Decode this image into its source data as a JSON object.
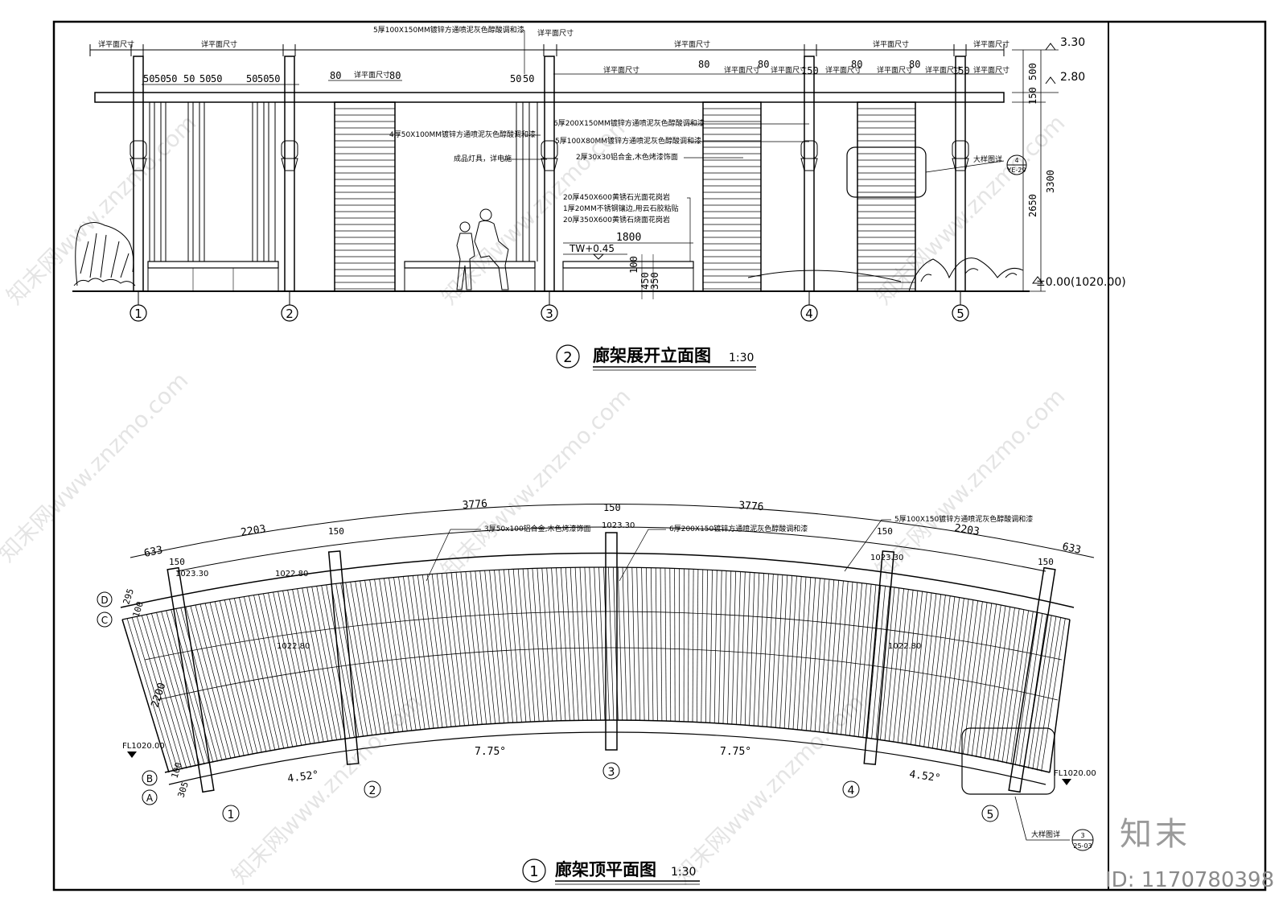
{
  "elevation": {
    "number": "2",
    "title": "廊架展开立面图",
    "scale": "1:30",
    "axes": [
      "1",
      "2",
      "3",
      "4",
      "5"
    ],
    "level_top": "3.30",
    "level_beam": "2.80",
    "level_ground": "±0.00(1020.00)",
    "tw_level": "TW+0.45",
    "bench_length": "1800",
    "dims_vertical": [
      "500",
      "150",
      "2650",
      "3300"
    ],
    "bench_dims": [
      "100",
      "450",
      "350"
    ],
    "dim_fine": [
      "50",
      "50",
      "50",
      "50",
      "50",
      "50",
      "50",
      "50",
      "50",
      "50",
      "50"
    ],
    "dim_80": "80",
    "dim_150": "150",
    "ref_dim": "详平面尺寸",
    "detail_ref": {
      "label": "大样图详",
      "num": "4",
      "sheet": "YE-29"
    },
    "notes": [
      "5厚100X150MM镀锌方通喷泥灰色醇酸调和漆",
      "6厚200X150MM镀锌方通喷泥灰色醇酸调和漆",
      "4厚50X100MM镀锌方通喷泥灰色醇酸调和漆",
      "5厚100X80MM镀锌方通喷泥灰色醇酸调和漆",
      "成品灯具，详电施",
      "2厚30x30铝合金,木色烤漆饰面",
      "20厚450X600黄锈石光面花岗岩",
      "1厚20MM不锈钢镶边,用云石胶粘贴",
      "20厚350X600黄锈石烧面花岗岩"
    ]
  },
  "plan": {
    "number": "1",
    "title": "廊架顶平面图",
    "scale": "1:30",
    "axes": [
      "1",
      "2",
      "3",
      "4",
      "5"
    ],
    "row_axes": [
      "D",
      "C",
      "B",
      "A"
    ],
    "arc_dims": [
      "633",
      "2203",
      "3776",
      "150",
      "3776",
      "2203",
      "633"
    ],
    "post_dims": [
      "150",
      "150",
      "150",
      "150",
      "150"
    ],
    "angles": [
      "4.52°",
      "7.75°",
      "7.75°",
      "4.52°"
    ],
    "row_dims": [
      "295",
      "100",
      "2200",
      "100",
      "305"
    ],
    "levels": [
      "1023.30",
      "1022.80",
      "1023.30",
      "1023.30",
      "1022.80",
      "1022.80"
    ],
    "floor_level": "FL1020.00",
    "notes": [
      "3厚50x100铝合金,木色烤漆饰面",
      "6厚200X150镀锌方通喷泥灰色醇酸调和漆",
      "5厚100X150镀锌方通喷泥灰色醇酸调和漆"
    ],
    "detail_ref": {
      "label": "大样图详",
      "num": "3",
      "sheet": "25-03"
    }
  },
  "watermark": {
    "text": "知末网www.znzmo.com",
    "brand": "知末",
    "id": "ID: 1170780398"
  }
}
